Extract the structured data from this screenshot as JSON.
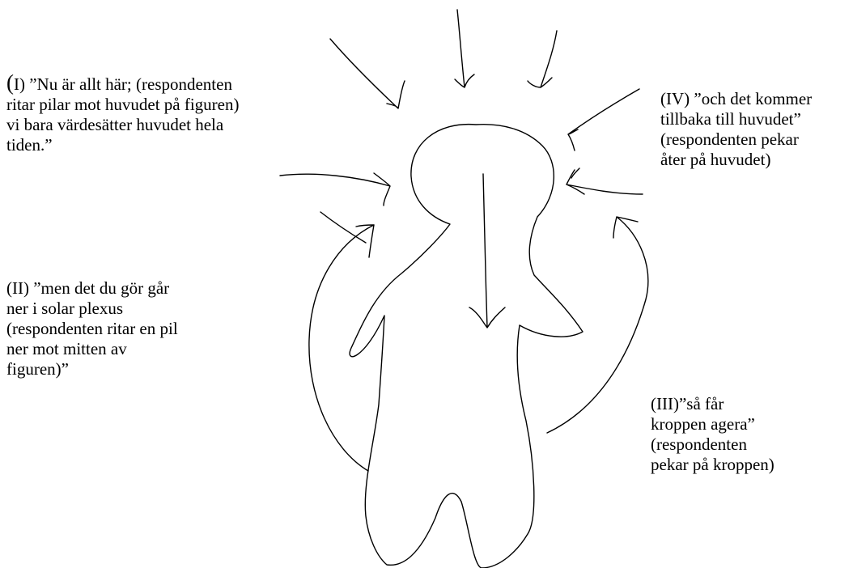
{
  "captions": {
    "i": {
      "prefix": "(",
      "lines": [
        "I) ”Nu är allt här; (respondenten",
        "ritar pilar mot huvudet på figuren)",
        "vi bara värdesätter huvudet hela",
        "tiden.”"
      ]
    },
    "ii": {
      "lines": [
        "(II) ”men det du gör går",
        "ner i solar plexus",
        "(respondenten ritar en pil",
        "ner mot mitten av",
        "figuren)”"
      ]
    },
    "iii": {
      "lines": [
        "(III)”så får",
        "kroppen agera”",
        "(respondenten",
        "pekar på kroppen)"
      ]
    },
    "iv": {
      "lines": [
        "(IV) ”och det kommer",
        "tillbaka till huvudet”",
        "(respondenten pekar",
        "åter på huvudet)"
      ]
    }
  }
}
